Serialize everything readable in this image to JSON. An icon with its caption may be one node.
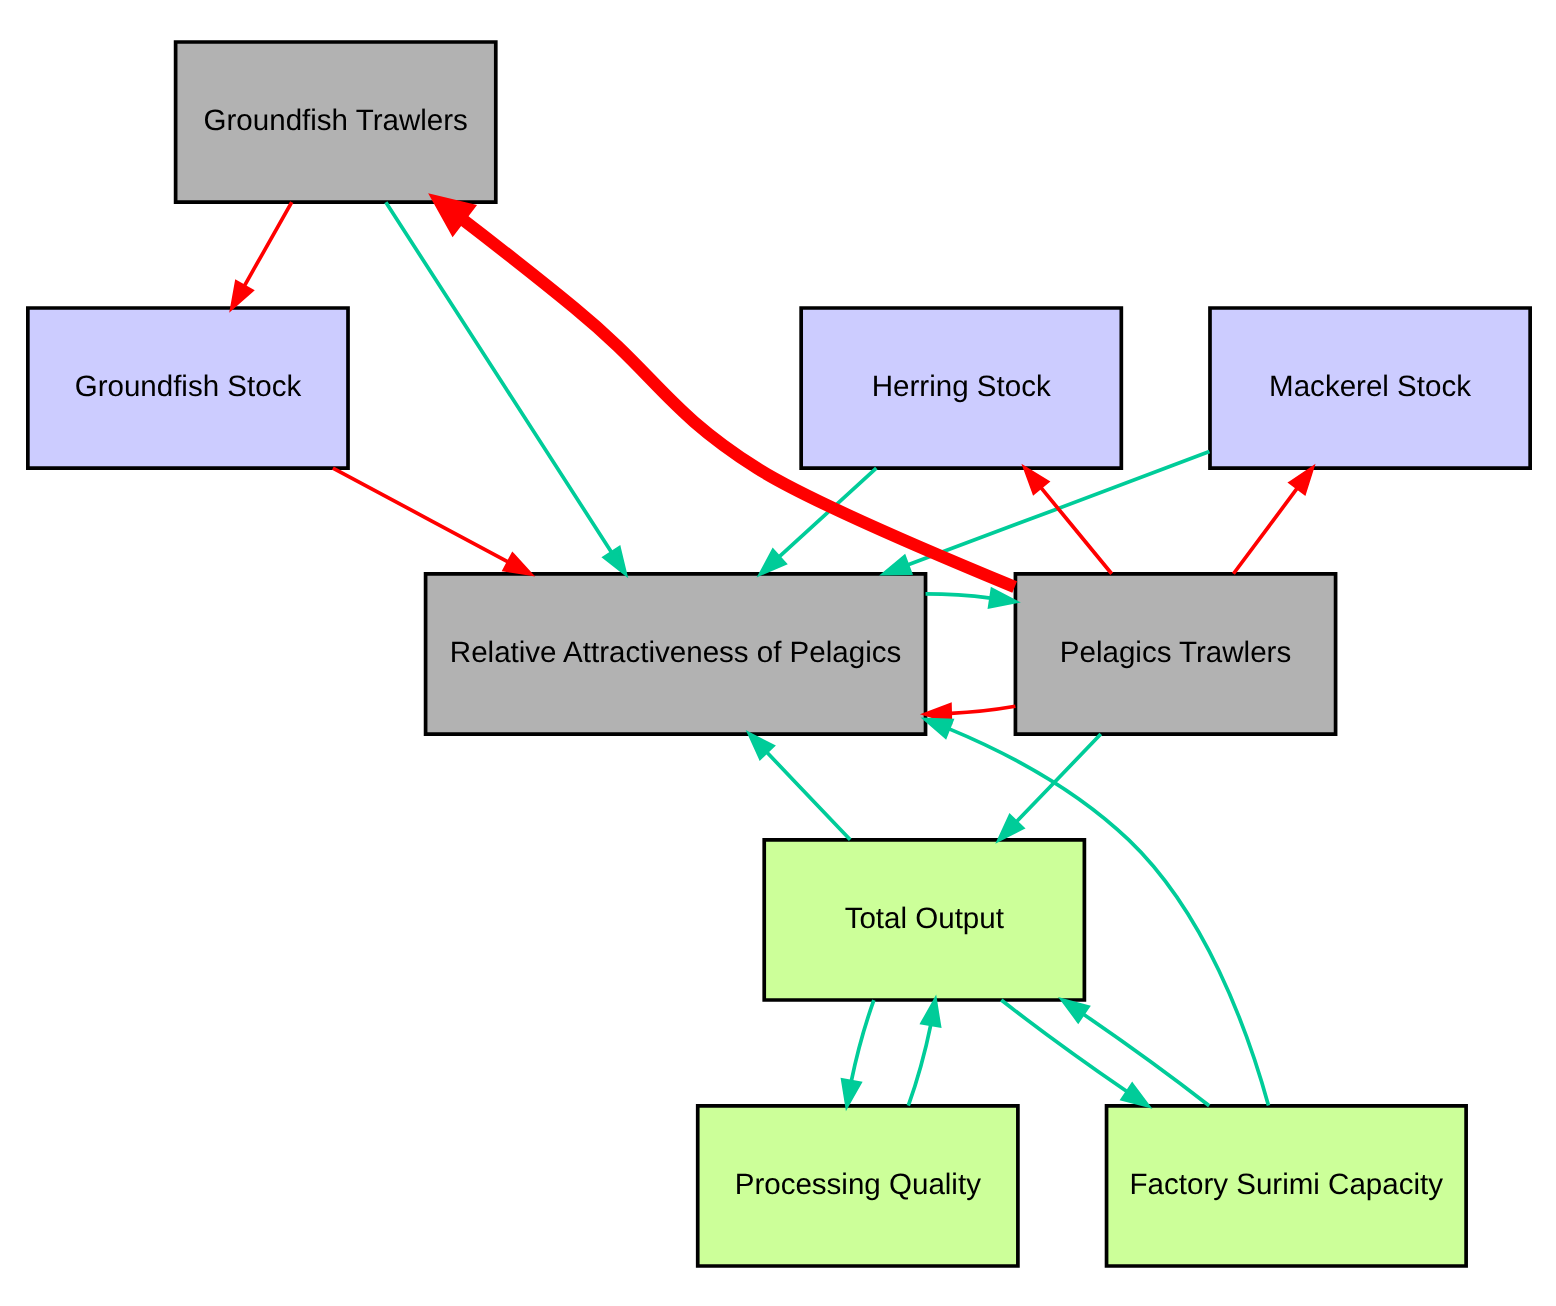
{
  "diagram": {
    "nodes": [
      {
        "text": [
          "Groundfish Trawlers"
        ]
      },
      {
        "text": [
          "Herring Stock"
        ]
      },
      {
        "text": [
          "Mackerel Stock"
        ]
      },
      {
        "text": [
          "Groundfish Stock"
        ]
      },
      {
        "text": [
          "Pelagics Trawlers"
        ]
      },
      {
        "text": [
          "Relative Attractiveness of Pelagics"
        ]
      },
      {
        "text": [
          "Total Output"
        ]
      },
      {
        "text": [
          "Processing Quality"
        ]
      },
      {
        "text": [
          "Factory Surimi Capacity"
        ]
      }
    ],
    "edges": [
      {
        "from": 0,
        "to": 3,
        "arrow": "to",
        "color": "#ff0000"
      },
      {
        "from": 4,
        "to": 0,
        "arrow": "to",
        "style": "thick",
        "color": "#ff0000"
      },
      {
        "from": 4,
        "to": 1,
        "arrow": "to",
        "color": "#ff0000"
      },
      {
        "from": 4,
        "to": 2,
        "arrow": "to",
        "color": "#ff0000"
      },
      {
        "from": 1,
        "to": 5,
        "arrow": "to"
      },
      {
        "from": 2,
        "to": 5,
        "arrow": "to"
      },
      {
        "from": 0,
        "to": 5,
        "arrow": "to"
      },
      {
        "from": 4,
        "to": 5,
        "arrow": "to",
        "color": "#ff0000"
      },
      {
        "from": 3,
        "to": 5,
        "arrow": "to",
        "color": "#ff0000"
      },
      {
        "from": 8,
        "to": 5,
        "arrow": "to"
      },
      {
        "from": 5,
        "to": 4,
        "arrow": "to"
      },
      {
        "from": 4,
        "to": 6,
        "arrow": "to"
      },
      {
        "from": 6,
        "to": 7,
        "arrow": "to"
      },
      {
        "from": 6,
        "to": 5,
        "arrow": "to"
      },
      {
        "from": 6,
        "to": 8,
        "arrow": "to"
      },
      {
        "from": 7,
        "to": 6,
        "arrow": "to"
      },
      {
        "from": 8,
        "to": 6,
        "arrow": "to"
      }
    ]
  }
}
